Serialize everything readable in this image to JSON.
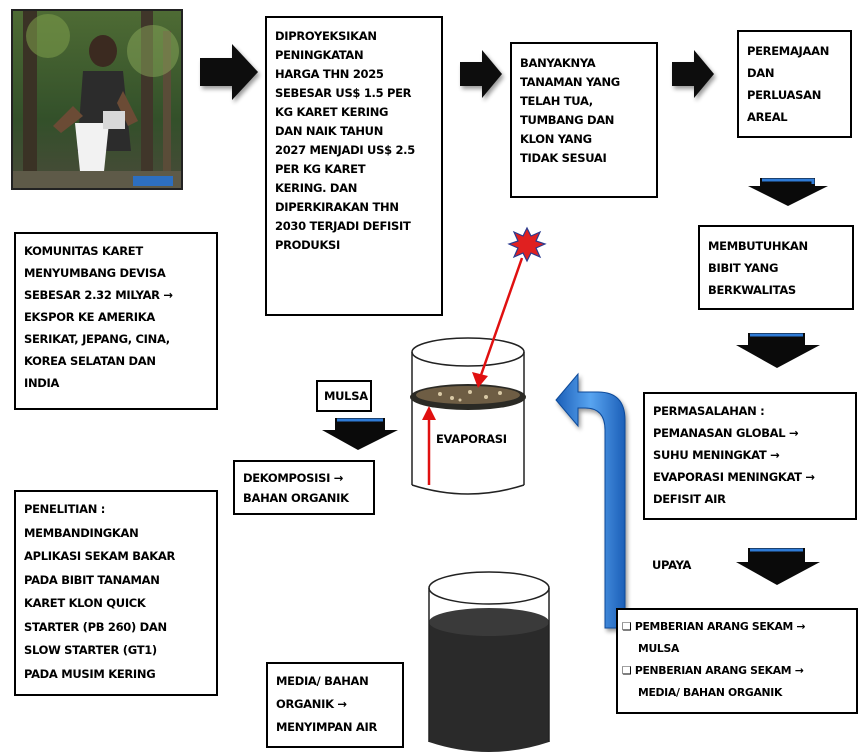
{
  "boxes": {
    "proyeksi": [
      "DIPROYEKSIKAN",
      "PENINGKATAN",
      "HARGA THN 2025",
      "SEBESAR US$ 1.5 PER",
      "kg KARET KERING",
      "DAN NAIK TAHUN",
      "2027  MENJADI US$ 2.5",
      "PER kg KARET",
      "KERING. DAN",
      "DIPERKIRAKAN THN",
      "2030 TERJADI DEFISIT",
      "PRODUKSI"
    ],
    "tanaman_tua": [
      "BANYAKNYA",
      "TANAMAN  YANG",
      "TELAH TUA,",
      "TUMBANG DAN",
      "KLON YANG",
      "TIDAK SESUAI"
    ],
    "peremajaan": [
      "PEREMAJAAN",
      "DAN",
      "PERLUASAN",
      "AREAL"
    ],
    "bibit": [
      "MEMBUTUHKAN",
      "BIBIT YANG",
      "BERKWALITAS"
    ],
    "komunitas": [
      "KOMUNITAS KARET",
      "MENYUMBANG DEVISA",
      "SEBESAR 2.32 MILYAR →",
      "EKSPOR KE AMERIKA",
      "SERIKAT,  JEPANG, CINA,",
      "KOREA SELATAN DAN",
      "INDIA"
    ],
    "mulsa": "MULSA",
    "dekomposisi": [
      "DEKOMPOSISI →",
      "BAHAN ORGANIK"
    ],
    "permasalahan": [
      "PERMASALAHAN  :",
      "PEMANASAN GLOBAL →",
      "SUHU MENINGKAT →",
      "EVAPORASI  MENINGKAT →",
      "DEFISIT AIR"
    ],
    "penelitian": [
      "PENELITIAN  :",
      "MEMBANDINGKAN",
      "APLIKASI  SEKAM BAKAR",
      "PADA BIBIT TANAMAN",
      "KARET KLON QUICK",
      "STARTER  (PB 260) DAN",
      "SLOW STARTER  (GT1)",
      "PADA MUSIM KERING"
    ],
    "upaya_solusi": [
      "❑ PEMBERIAN  ARANG SEKAM →",
      "MULSA",
      "❑ PENBERIAN  ARANG SEKAM →",
      "MEDIA/ BAHAN ORGANIK"
    ],
    "media": [
      "MEDIA/ BAHAN",
      "ORGANIK →",
      "MENYIMPAN AIR"
    ]
  },
  "labels": {
    "evaporasi": "EVAPORASI",
    "upaya": "UPAYA"
  },
  "colors": {
    "arrow_dark": "#0a0a0a",
    "arrow_blue": "#2f7bd6",
    "red": "#e01010",
    "water": "#2a2a2a"
  }
}
